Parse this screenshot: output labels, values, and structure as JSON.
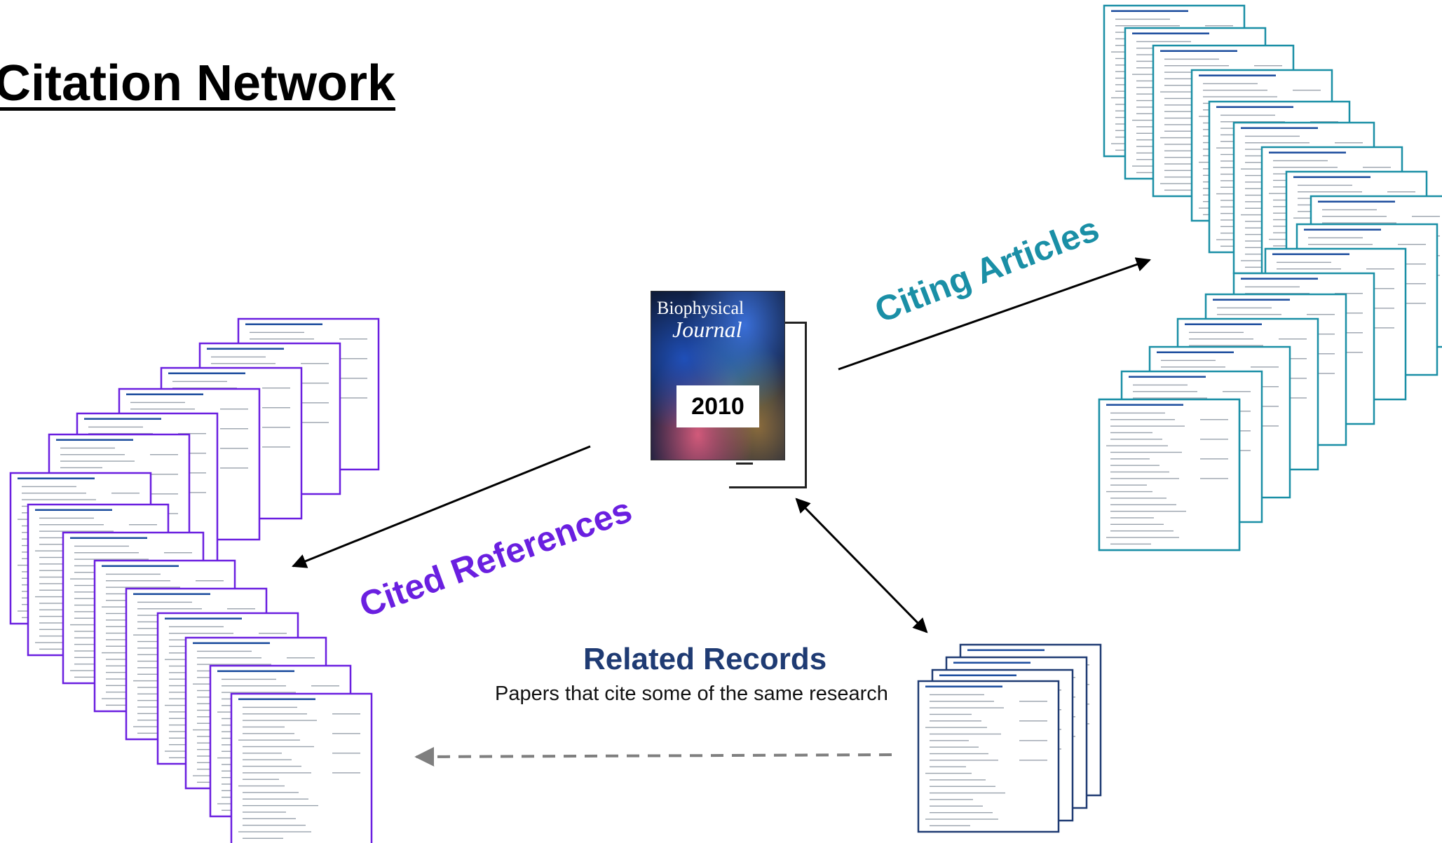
{
  "title": "Citation Network",
  "center": {
    "journal_name_line1": "Biophysical",
    "journal_name_line2": "Journal",
    "year": "2010"
  },
  "labels": {
    "citing": "Citing Articles",
    "cited": "Cited References",
    "related_title": "Related Records",
    "related_subtitle": "Papers that cite some of the same research"
  },
  "colors": {
    "citing": "#1a8fa6",
    "cited": "#6a1fe0",
    "related": "#1f3b73",
    "arrow": "#000000",
    "dashed_arrow": "#7f7f7f"
  },
  "groups": [
    {
      "name": "citing-articles",
      "color": "#1a8fa6"
    },
    {
      "name": "cited-references",
      "color": "#6a1fe0"
    },
    {
      "name": "related-records",
      "color": "#1f3b73"
    }
  ]
}
